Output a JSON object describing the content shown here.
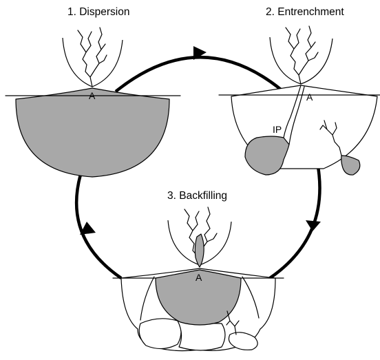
{
  "diagram": {
    "stages": [
      {
        "label": "1. Dispersion"
      },
      {
        "label": "2. Entrenchment"
      },
      {
        "label": "3. Backfilling"
      }
    ],
    "annotations": {
      "apex_stage1": "A",
      "apex_stage2": "A",
      "apex_stage3": "A",
      "intersection_point": "IP"
    }
  }
}
